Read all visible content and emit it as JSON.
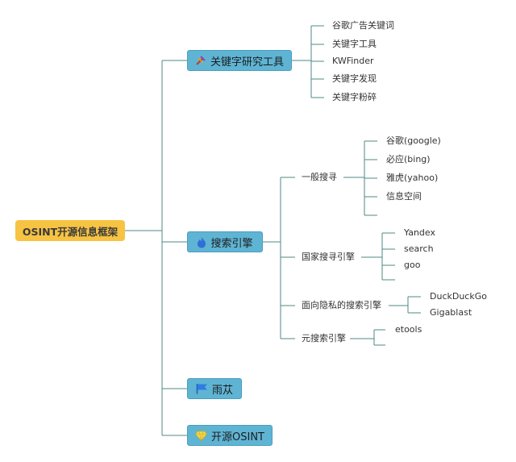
{
  "root": {
    "label": "OSINT开源信息框架"
  },
  "branches": {
    "keyword": {
      "label": "关键字研究工具",
      "icon": "hammer-pick-icon",
      "items": [
        "谷歌广告关键词",
        "关键字工具",
        "KWFinder",
        "关键字发现",
        "关键字粉碎"
      ]
    },
    "search": {
      "label": "搜索引擎",
      "icon": "fire-icon",
      "groups": [
        {
          "label": "一般搜寻",
          "items": [
            "谷歌(google)",
            "必应(bing)",
            "雅虎(yahoo)",
            "信息空间"
          ]
        },
        {
          "label": "国家搜寻引擎",
          "items": [
            "Yandex",
            "search",
            "goo"
          ]
        },
        {
          "label": "面向隐私的搜索引擎",
          "items": [
            "DuckDuckGo",
            "Gigablast"
          ]
        },
        {
          "label": "元搜索引擎",
          "items": [
            "etools"
          ]
        }
      ]
    },
    "yushi": {
      "label": "雨苁",
      "icon": "flag-icon"
    },
    "opensource": {
      "label": "开源OSINT",
      "icon": "diamond-icon"
    }
  },
  "colors": {
    "root": "#f6c343",
    "branch": "#5fb4d4",
    "line": "#4f8a84"
  }
}
